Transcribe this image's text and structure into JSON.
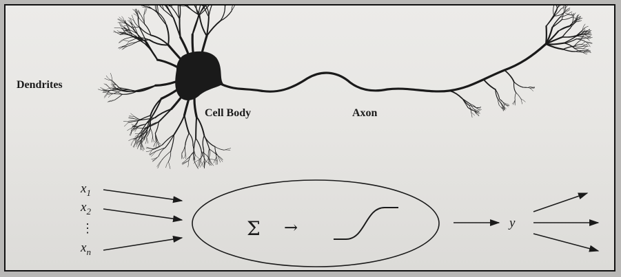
{
  "labels": {
    "dendrites": "Dendrites",
    "cell_body": "Cell Body",
    "axon": "Axon"
  },
  "model": {
    "inputs": [
      {
        "base": "x",
        "sub": "1"
      },
      {
        "base": "x",
        "sub": "2"
      },
      {
        "base": "⋮",
        "sub": ""
      },
      {
        "base": "x",
        "sub": "n"
      }
    ],
    "sum_symbol": "Σ",
    "arrow_symbol": "→",
    "output": "y"
  },
  "colors": {
    "paper": "#e9e8e5",
    "ink": "#1a1a1a",
    "frame": "#111111"
  }
}
